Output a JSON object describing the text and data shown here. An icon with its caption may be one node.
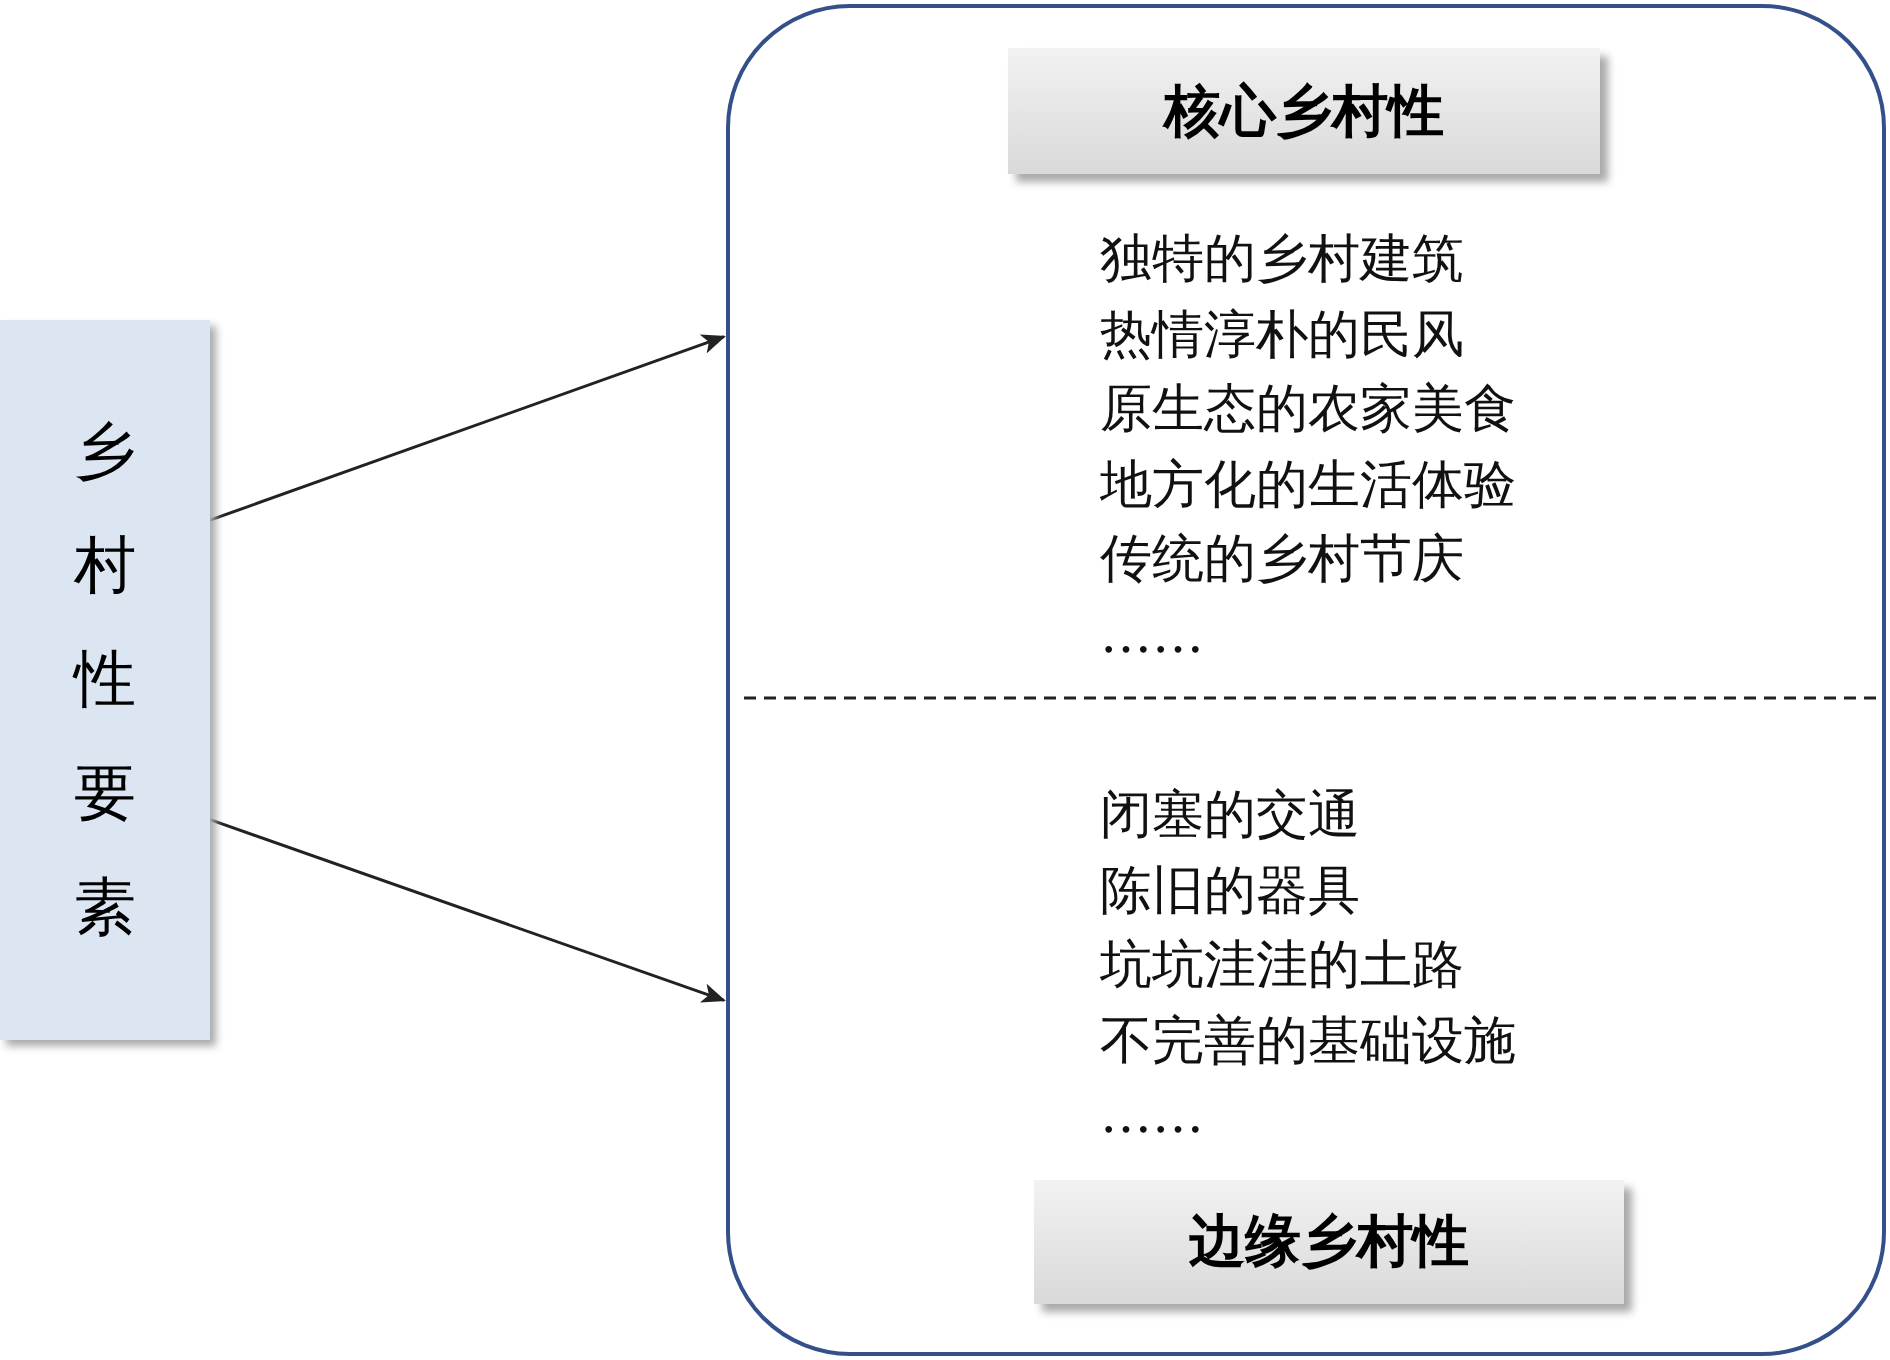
{
  "diagram": {
    "nodes": [
      {
        "text": [
          "乡村性要素"
        ]
      },
      {
        "text": [],
        "shape": "box"
      },
      {
        "text": [
          "核心乡村性"
        ],
        "in": 1,
        "beside": [
          "独特的乡村建筑",
          "热情淳朴的民风",
          "原生态的农家美食",
          "地方化的生活体验",
          "传统的乡村节庆",
          "……"
        ]
      },
      {
        "text": [
          "边缘乡村性"
        ],
        "in": 1,
        "beside": [
          "闭塞的交通",
          "陈旧的器具",
          "坑坑洼洼的土路",
          "不完善的基础设施",
          "……"
        ]
      }
    ],
    "edges": [
      {
        "from": 0,
        "to": 1,
        "arrow": "to"
      },
      {
        "from": 0,
        "to": 1,
        "arrow": "to"
      }
    ]
  }
}
